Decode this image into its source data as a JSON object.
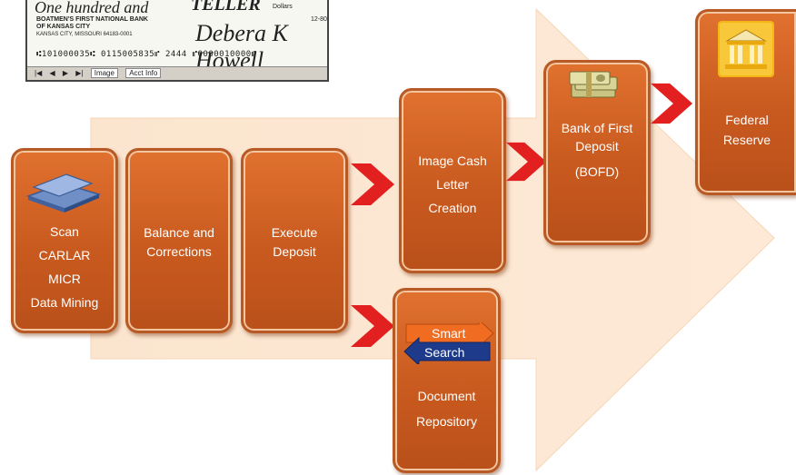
{
  "check_image": {
    "amount_words": "One hundred and",
    "stamp": "TELLER",
    "dollars_label": "Dollars",
    "bank_name": "BOATMEN'S FIRST NATIONAL BANK",
    "bank_city": "OF KANSAS CITY",
    "bank_address": "KANSAS CITY, MISSOURI 64183-0001",
    "date_code": "12-80",
    "signature": "Debera K Howell",
    "micr_line": "⑆101000035⑆ 0115005835⑈ 2444    ⑈0000010000⑈",
    "toolbar_image_tab": "Image",
    "toolbar_acct_tab": "Acct Info"
  },
  "steps": {
    "scan": [
      "Scan",
      "CARLAR",
      "MICR",
      "Data Mining"
    ],
    "balance": [
      "Balance and",
      "Corrections"
    ],
    "execute": [
      "Execute",
      "Deposit"
    ],
    "image_cash": [
      "Image Cash",
      "Letter",
      "Creation"
    ],
    "bofd": [
      "Bank of First",
      "Deposit",
      "(BOFD)"
    ],
    "federal": [
      "Federal",
      "Reserve"
    ],
    "repository": [
      "Document",
      "Repository"
    ]
  },
  "smart_search": {
    "top": "Smart",
    "bottom": "Search"
  },
  "colors": {
    "box_fill": "#d2621f",
    "box_border": "#b85a26",
    "chevron": "#e2201f",
    "big_arrow": "#f9e3cc"
  }
}
